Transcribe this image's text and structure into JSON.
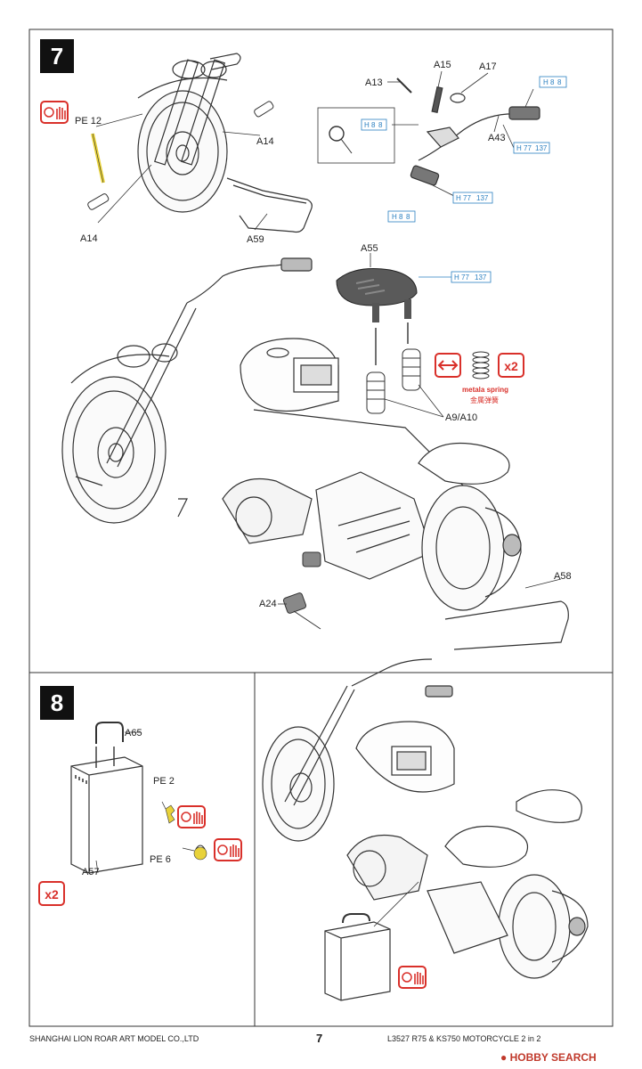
{
  "steps": {
    "step7": {
      "number": "7"
    },
    "step8": {
      "number": "8"
    }
  },
  "parts_step7": {
    "pe12": "PE 12",
    "a14_top": "A14",
    "a14_bottom": "A14",
    "a59": "A59",
    "a13": "A13",
    "a15": "A15",
    "a17": "A17",
    "a43": "A43",
    "a55": "A55",
    "a9a10": "A9/A10",
    "a58": "A58",
    "a24": "A24"
  },
  "paint_refs": {
    "ref1": [
      "H",
      "8",
      "8"
    ],
    "ref2": [
      "H",
      "8",
      "8"
    ],
    "ref3": [
      "H",
      "77",
      "137"
    ],
    "ref4": [
      "H",
      "77",
      "137"
    ],
    "ref5": [
      "H",
      "8",
      "8"
    ],
    "ref6": [
      "H",
      "77",
      "137"
    ]
  },
  "spring_note": {
    "multiplier": "x2",
    "label_en": "metala spring",
    "label_cn": "金属弹簧"
  },
  "parts_step8": {
    "a65": "A65",
    "pe2": "PE 2",
    "pe6": "PE 6",
    "a57": "A57",
    "multiplier": "x2"
  },
  "footer": {
    "company": "SHANGHAI LION ROAR ART MODEL CO.,LTD",
    "page": "7",
    "product": "L3527 R75 & KS750 MOTORCYCLE 2 in 2",
    "watermark": "HOBBY SEARCH"
  },
  "colors": {
    "accent_red": "#d9302a",
    "ref_blue": "#2a7fc0",
    "photo_etch_yellow": "#e8d23a",
    "seat_gray": "#5a5a5a"
  }
}
